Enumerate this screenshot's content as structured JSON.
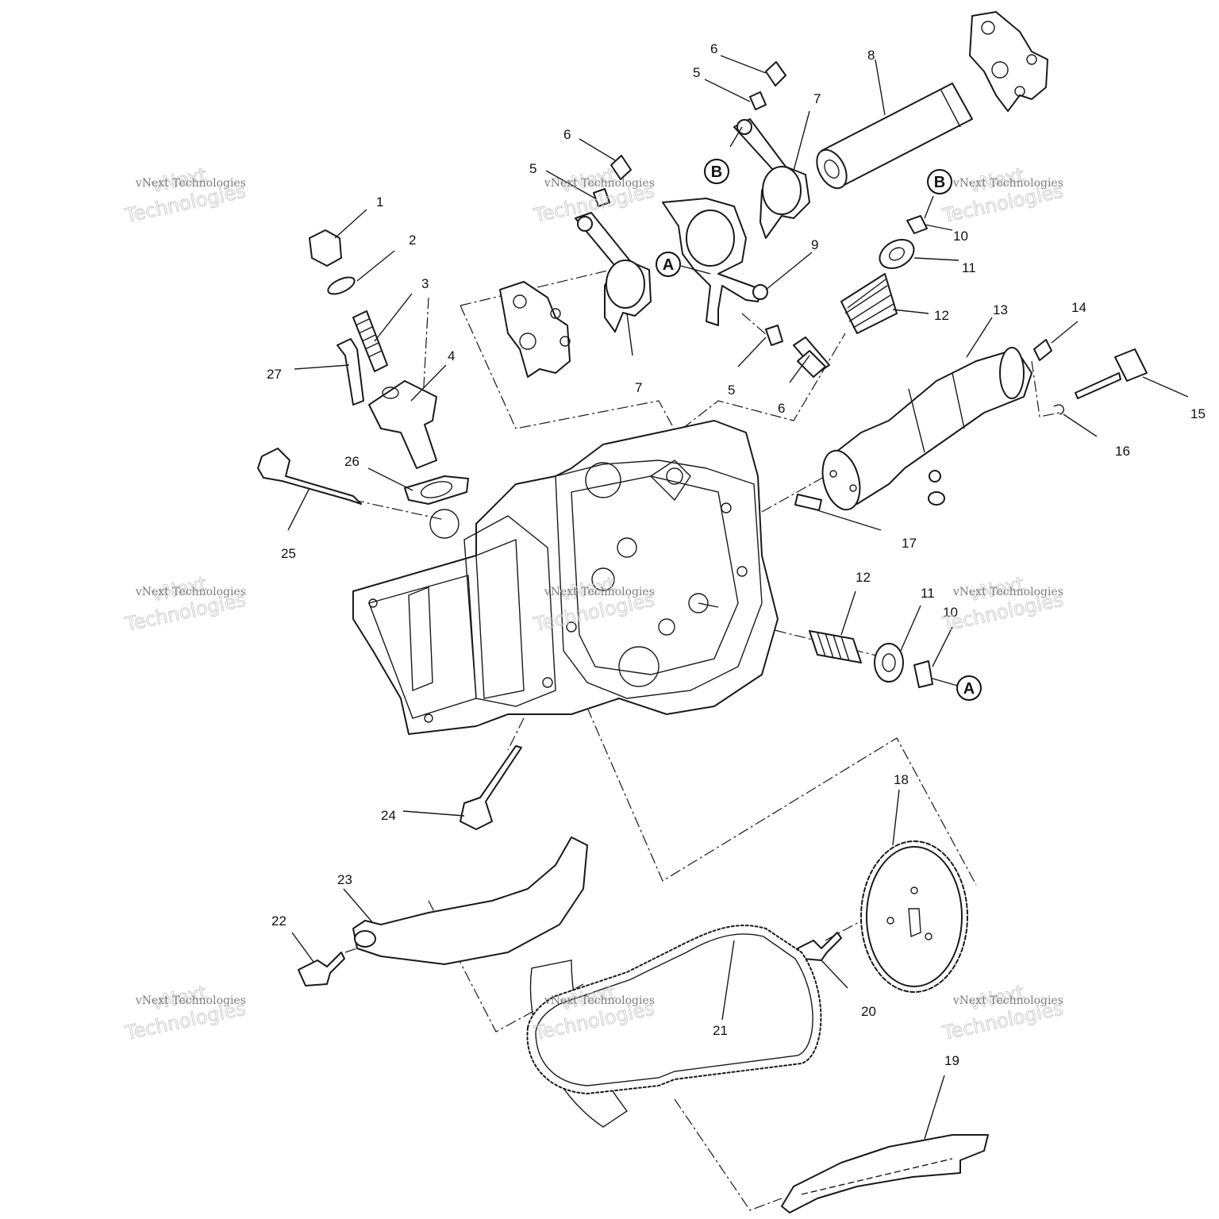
{
  "diagram": {
    "callouts": [
      "1",
      "2",
      "3",
      "4",
      "5",
      "5",
      "5",
      "6",
      "6",
      "6",
      "7",
      "7",
      "8",
      "9",
      "10",
      "10",
      "11",
      "11",
      "12",
      "12",
      "13",
      "14",
      "15",
      "16",
      "17",
      "18",
      "19",
      "20",
      "21",
      "22",
      "23",
      "24",
      "25",
      "26",
      "27"
    ],
    "letter_markers": [
      "A",
      "A",
      "B",
      "B"
    ]
  },
  "watermarks": [
    {
      "line1": "vNext Technologies",
      "line2": "vNext",
      "line3": "Technologies"
    },
    {
      "line1": "vNext Technologies",
      "line2": "vNext",
      "line3": "Technologies"
    },
    {
      "line1": "vNext Technologies",
      "line2": "vNext",
      "line3": "Technologies"
    },
    {
      "line1": "vNext Technologies",
      "line2": "vNext",
      "line3": "Technologies"
    },
    {
      "line1": "vNext Technologies",
      "line2": "vNext",
      "line3": "Technologies"
    },
    {
      "line1": "vNext Technologies",
      "line2": "vNext",
      "line3": "Technologies"
    },
    {
      "line1": "vNext Technologies",
      "line2": "vNext",
      "line3": "Technologies"
    },
    {
      "line1": "vNext Technologies",
      "line2": "vNext",
      "line3": "Technologies"
    },
    {
      "line1": "vNext Technologies",
      "line2": "vNext",
      "line3": "Technologies"
    }
  ]
}
